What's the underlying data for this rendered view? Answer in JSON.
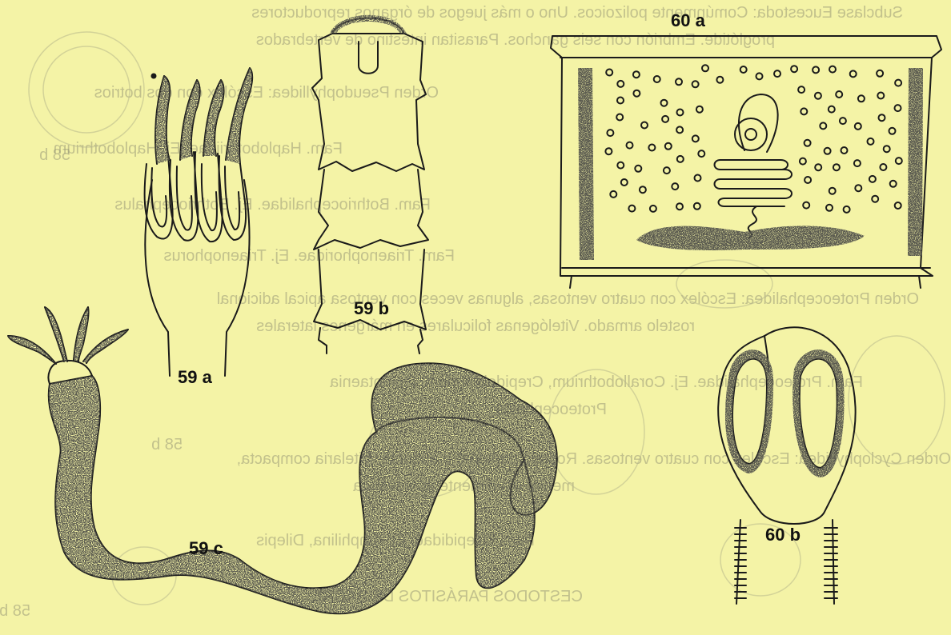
{
  "figure": {
    "background_color": "#f4f3a6",
    "ink_color": "#1a1a1a",
    "labels": {
      "fig_59a": "59 a",
      "fig_59b": "59 b",
      "fig_59c": "59 c",
      "fig_60a": "60 a",
      "fig_60b": "60 b"
    }
  },
  "bleed_through_text": {
    "color": "#9a9a78",
    "lines": [
      "Subclase Eucestoda: Comúnmente polizoicos. Uno o más juegos de órganos reproductores",
      "proglótide. Embrión con seis ganchos. Parasitan intestino de vertebrados",
      "Orden Pseudophyllidea: Escólex con dos botrios",
      "Fam. Haplobothriidae. Ej. Haplobothrium",
      "Fam. Bothriocephalidae. Ej. Bothriocephalus",
      "Fam. Triaenophoridae. Ej. Triaenophorus",
      "Orden Proteocephalidea: Escólex con cuatro ventosas, algunas veces con ventosa apical adicional",
      "rostelo armado. Vitelógenas foliculares en márgenes laterales",
      "Fam. Proteocephalidae. Ej. Corallobothrium, Crepidobothrium, Ophiotaenia",
      "Proteocephalus",
      "Orden Cyclophyllidea: Escólex con cuatro ventosas. Rostelo presente o ausente. Vitelaria compacta,",
      "media, usualmente postovárica",
      "Fam. Dilepididae. Ej. Amphilina, Dilepis",
      "CESTODOS PARÁSITOS DE BAGRE",
      "58 b",
      "58 b",
      "58 b"
    ]
  }
}
